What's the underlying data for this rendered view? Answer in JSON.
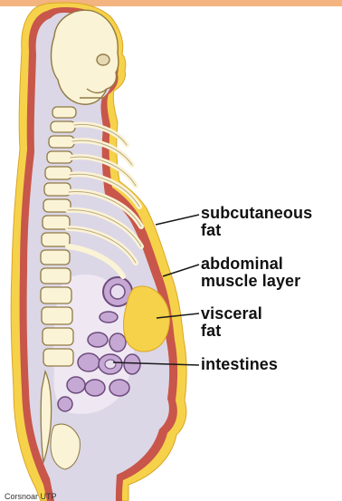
{
  "colors": {
    "top_bar": "#f3b480",
    "fat": "#f6d24a",
    "muscle": "#c8564a",
    "bone": "#fbf3d6",
    "body_inner": "#dcd7e6",
    "intestine": "#c6a8d4",
    "label_line": "#1a1a1a"
  },
  "labels": {
    "subcutaneous": {
      "line1": "subcutaneous",
      "line2": "fat"
    },
    "abdominal": {
      "line1": "abdominal",
      "line2": "muscle layer"
    },
    "visceral": {
      "line1": "visceral",
      "line2": "fat"
    },
    "intestines": {
      "line1": "intestines"
    }
  },
  "caption": "Corsnoar UTP"
}
